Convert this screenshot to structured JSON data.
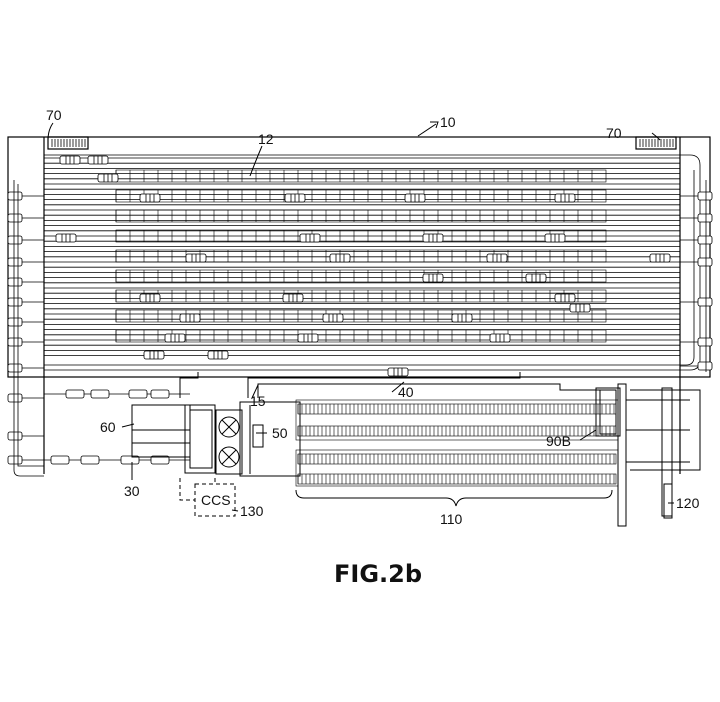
{
  "figure": {
    "caption": "FIG.2b",
    "labels": {
      "l10": "10",
      "l12": "12",
      "l15": "15",
      "l30": "30",
      "l40": "40",
      "l50": "50",
      "l60": "60",
      "l70a": "70",
      "l70b": "70",
      "l90b": "90B",
      "l110": "110",
      "l120": "120",
      "l130": "130",
      "ccs": "CCS"
    }
  }
}
